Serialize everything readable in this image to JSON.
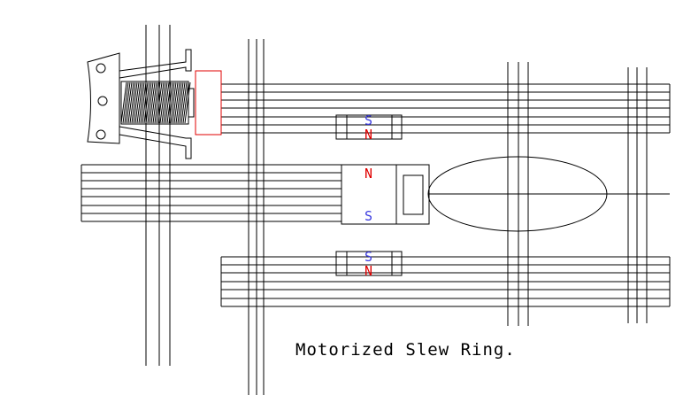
{
  "caption": "Motorized Slew Ring.",
  "poles": {
    "north": "N",
    "south": "S"
  },
  "colors": {
    "line": "#000000",
    "north_pole": "#e00000",
    "south_pole": "#3a3ae0",
    "brake_pad": "#e00000",
    "background": "#ffffff"
  }
}
